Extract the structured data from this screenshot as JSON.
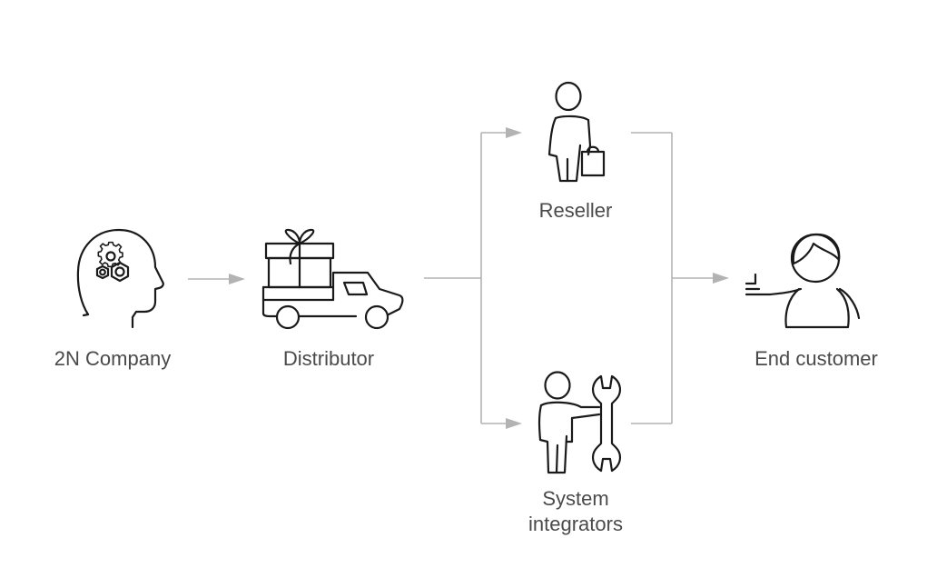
{
  "nodes": {
    "company": {
      "label": "2N Company",
      "icon": "head-gears-icon"
    },
    "distributor": {
      "label": "Distributor",
      "icon": "delivery-truck-icon"
    },
    "reseller": {
      "label": "Reseller",
      "icon": "person-shopping-bag-icon"
    },
    "integrators": {
      "label_line1": "System",
      "label_line2": "integrators",
      "icon": "person-wrench-icon"
    },
    "customer": {
      "label": "End customer",
      "icon": "customer-person-icon"
    }
  },
  "colors": {
    "connector": "#b3b3b3",
    "icon_stroke": "#1a1a1a",
    "label_text": "#4a4a4a",
    "background": "#ffffff"
  }
}
